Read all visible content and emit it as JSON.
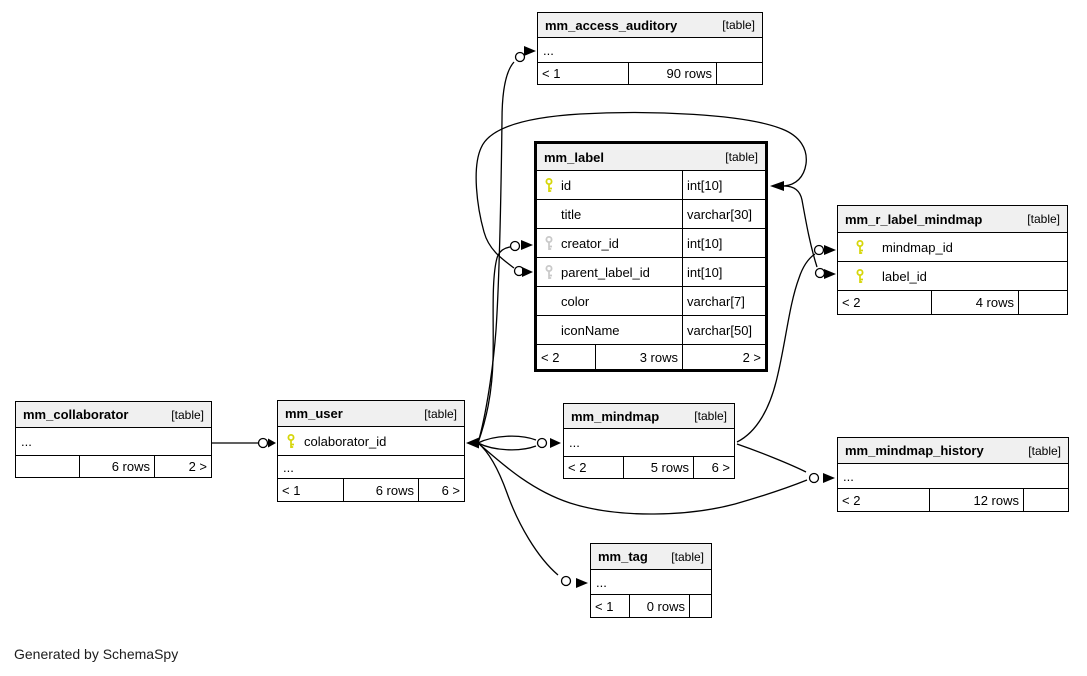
{
  "generator_note": "Generated by SchemaSpy",
  "colors": {
    "table_header_bg": "#f0f0f0",
    "border": "#000000",
    "primary_key_icon": "#d6d60a",
    "foreign_key_icon": "#c9c9c9",
    "background": "#ffffff"
  },
  "tables": {
    "mm_access_auditory": {
      "name": "mm_access_auditory",
      "tag": "[table]",
      "rows": [
        {
          "key": "",
          "name": "...",
          "type": ""
        }
      ],
      "footer": {
        "left": "< 1",
        "mid": "90 rows",
        "right": ""
      }
    },
    "mm_label": {
      "name": "mm_label",
      "tag": "[table]",
      "rows": [
        {
          "key": "pk",
          "name": "id",
          "type": "int[10]"
        },
        {
          "key": "",
          "name": "title",
          "type": "varchar[30]"
        },
        {
          "key": "fk",
          "name": "creator_id",
          "type": "int[10]"
        },
        {
          "key": "fk",
          "name": "parent_label_id",
          "type": "int[10]"
        },
        {
          "key": "",
          "name": "color",
          "type": "varchar[7]"
        },
        {
          "key": "",
          "name": "iconName",
          "type": "varchar[50]"
        }
      ],
      "footer": {
        "left": "< 2",
        "mid": "3 rows",
        "right": "2 >"
      }
    },
    "mm_r_label_mindmap": {
      "name": "mm_r_label_mindmap",
      "tag": "[table]",
      "rows": [
        {
          "key": "pk",
          "name": "mindmap_id",
          "type": ""
        },
        {
          "key": "pk",
          "name": "label_id",
          "type": ""
        }
      ],
      "footer": {
        "left": "< 2",
        "mid": "4 rows",
        "right": ""
      }
    },
    "mm_collaborator": {
      "name": "mm_collaborator",
      "tag": "[table]",
      "rows": [
        {
          "key": "",
          "name": "...",
          "type": ""
        }
      ],
      "footer": {
        "left": "",
        "mid": "6 rows",
        "right": "2 >"
      }
    },
    "mm_user": {
      "name": "mm_user",
      "tag": "[table]",
      "rows": [
        {
          "key": "pk",
          "name": "colaborator_id",
          "type": ""
        },
        {
          "key": "",
          "name": "...",
          "type": ""
        }
      ],
      "footer": {
        "left": "< 1",
        "mid": "6 rows",
        "right": "6 >"
      }
    },
    "mm_mindmap": {
      "name": "mm_mindmap",
      "tag": "[table]",
      "rows": [
        {
          "key": "",
          "name": "...",
          "type": ""
        }
      ],
      "footer": {
        "left": "< 2",
        "mid": "5 rows",
        "right": "6 >"
      }
    },
    "mm_mindmap_history": {
      "name": "mm_mindmap_history",
      "tag": "[table]",
      "rows": [
        {
          "key": "",
          "name": "...",
          "type": ""
        }
      ],
      "footer": {
        "left": "< 2",
        "mid": "12 rows",
        "right": ""
      }
    },
    "mm_tag": {
      "name": "mm_tag",
      "tag": "[table]",
      "rows": [
        {
          "key": "",
          "name": "...",
          "type": ""
        }
      ],
      "footer": {
        "left": "< 1",
        "mid": "0 rows",
        "right": ""
      }
    }
  },
  "edges": [
    {
      "from": "mm_user.colaborator_id",
      "to": "mm_collaborator"
    },
    {
      "from": "mm_access_auditory",
      "to": "mm_user.colaborator_id"
    },
    {
      "from": "mm_label.creator_id",
      "to": "mm_user.colaborator_id"
    },
    {
      "from": "mm_label.parent_label_id",
      "to": "mm_label.id"
    },
    {
      "from": "mm_r_label_mindmap.label_id",
      "to": "mm_label.id"
    },
    {
      "from": "mm_r_label_mindmap.mindmap_id",
      "to": "mm_mindmap"
    },
    {
      "from": "mm_mindmap",
      "to": "mm_user.colaborator_id"
    },
    {
      "from": "mm_mindmap",
      "to": "mm_user.colaborator_id"
    },
    {
      "from": "mm_mindmap_history",
      "to": "mm_mindmap"
    },
    {
      "from": "mm_mindmap_history",
      "to": "mm_user.colaborator_id"
    },
    {
      "from": "mm_tag",
      "to": "mm_user.colaborator_id"
    }
  ]
}
